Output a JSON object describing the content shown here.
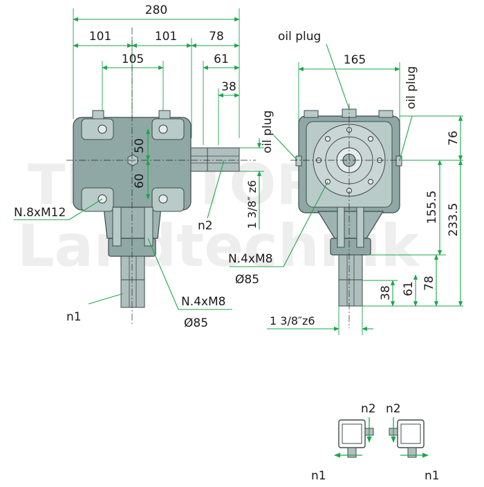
{
  "watermark": {
    "line1": "TRACTOR",
    "line2": "Landtechnik"
  },
  "front_view": {
    "dims": {
      "overall_width": "280",
      "half_left": "101",
      "half_right": "101",
      "shaft_offset": "78",
      "bolt_spacing": "105",
      "shaft_61": "61",
      "shaft_38": "38",
      "vert_50": "50",
      "vert_60": "60",
      "shaft_n2_size": "1 3/8″ z6"
    },
    "labels": {
      "bolts": "N.8xM12",
      "shaft_n2": "n2",
      "shaft_n1": "n1",
      "flange_bolts": "N.4xM8",
      "flange_dia": "Ø85"
    }
  },
  "side_view": {
    "dims": {
      "width_165": "165",
      "height_76": "76",
      "height_155": "155.5",
      "height_233": "233.5",
      "shaft_38": "38",
      "shaft_61": "61",
      "shaft_78": "78",
      "shaft_n1_size": "1 3/8″z6"
    },
    "labels": {
      "oil_plug_top": "oil plug",
      "oil_plug_left": "oil plug",
      "oil_plug_right": "oil plug",
      "flange_bolts": "N.4xM8",
      "flange_dia": "Ø85"
    }
  },
  "rotation_icons": {
    "left": {
      "top": "n2",
      "bottom": "n1"
    },
    "right": {
      "top": "n2",
      "bottom": "n1"
    }
  },
  "colors": {
    "dimension_line": "#1aa64a",
    "housing": "#8fa8a6"
  }
}
